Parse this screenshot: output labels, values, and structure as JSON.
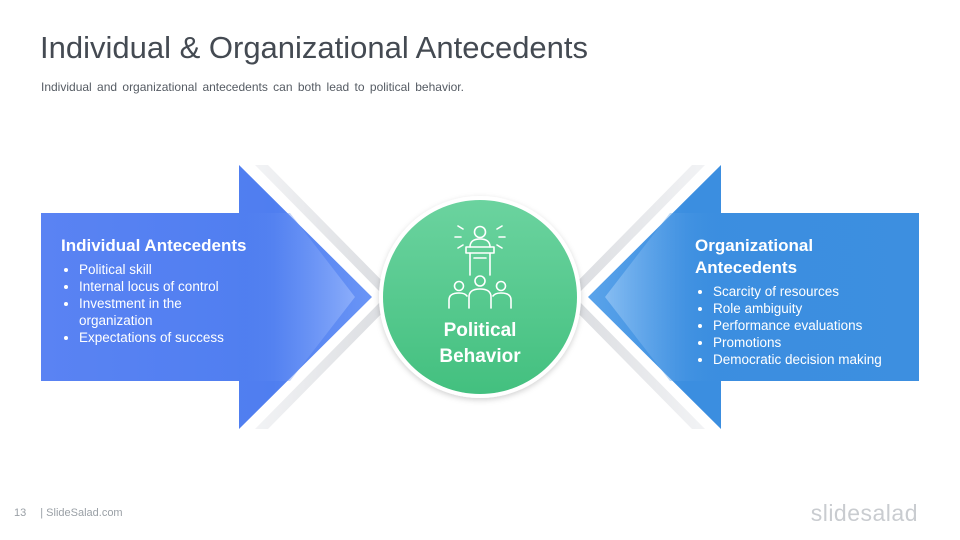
{
  "slide": {
    "title": "Individual & Organizational Antecedents",
    "subtitle": "Individual and organizational antecedents can both lead to political behavior."
  },
  "left": {
    "heading": "Individual Antecedents",
    "items": [
      "Political skill",
      "Internal locus of control",
      "Investment in the organization",
      "Expectations of success"
    ],
    "color": "#4f7ef0"
  },
  "right": {
    "heading": "Organizational Antecedents",
    "items": [
      "Scarcity of resources",
      "Role ambiguity",
      "Performance evaluations",
      "Promotions",
      "Democratic decision making"
    ],
    "color": "#3d8fe0"
  },
  "center": {
    "label_line1": "Political",
    "label_line2": "Behavior",
    "icon": "speaker-audience-icon",
    "color": "#4ec98a"
  },
  "footer": {
    "page_number": "13",
    "source": "| SlideSalad.com",
    "brand": "slidesalad"
  }
}
